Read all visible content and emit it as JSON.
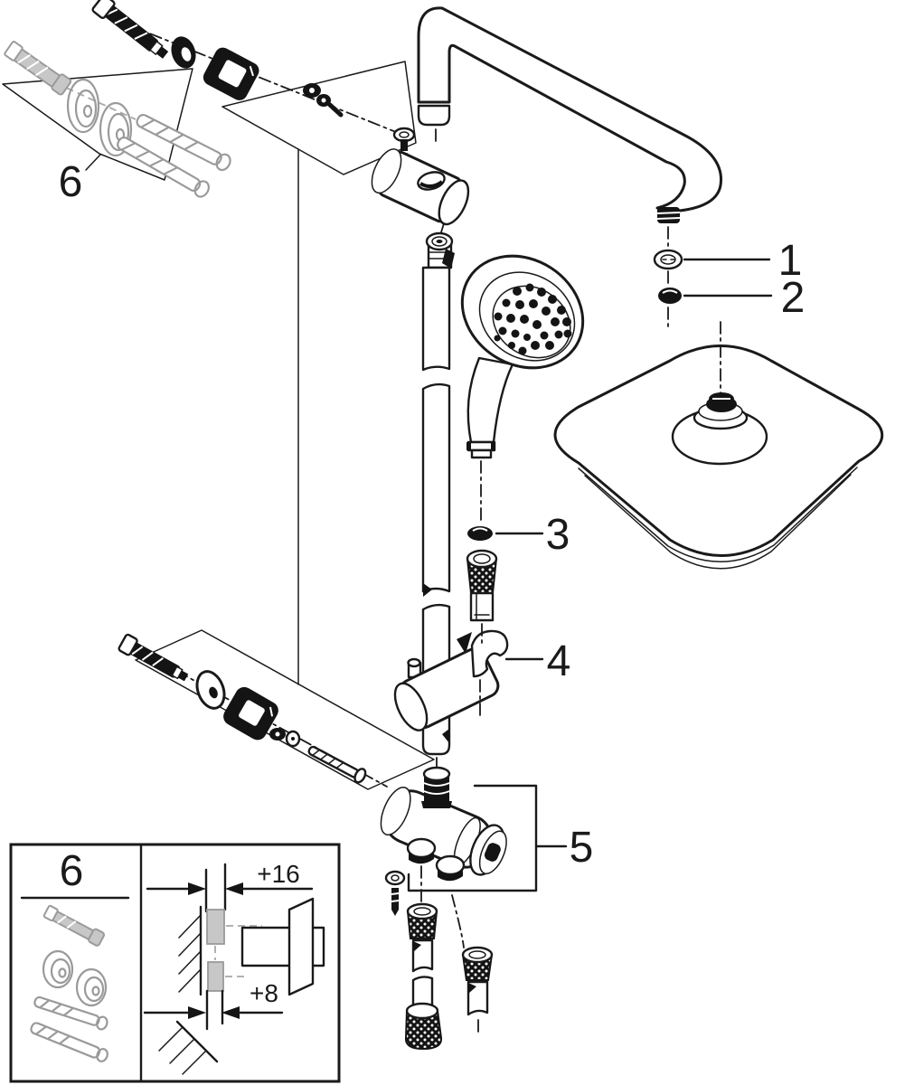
{
  "diagram": {
    "kind": "exploded-parts-technical-drawing",
    "subject": "shower-system-installation",
    "background_color": "#ffffff",
    "line_color": "#1a1a1a",
    "alternate_parts_color": "#9a9a9a",
    "callouts": {
      "part1": "1",
      "part2": "2",
      "part3": "3",
      "part4": "4",
      "part5": "5",
      "part6": "6"
    },
    "inset": {
      "label": "6",
      "measurement_top": "+16",
      "measurement_bottom": "+8"
    }
  }
}
